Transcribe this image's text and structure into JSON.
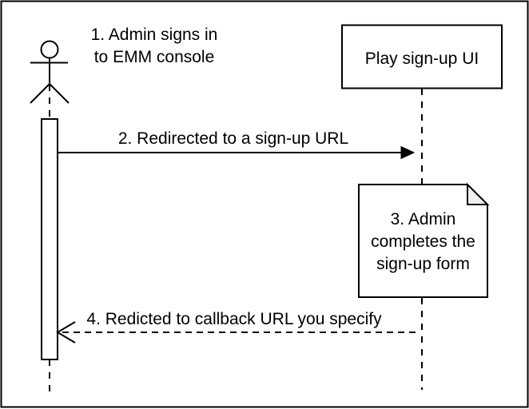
{
  "diagram": {
    "type": "sequence-diagram",
    "colors": {
      "background": "#ffffff",
      "stroke": "#000000",
      "shape_fill": "#ffffff",
      "note_fold_fill": "#f0f0f0",
      "text": "#000000"
    },
    "participants": {
      "admin_actor": {
        "label_line1": "1. Admin signs in",
        "label_line2": "to EMM console"
      },
      "play_signup_ui": {
        "label": "Play sign-up UI"
      }
    },
    "messages": {
      "signup_redirect": {
        "label": "2. Redirected to a sign-up URL"
      },
      "callback_redirect": {
        "label": "4. Redicted to callback URL you specify"
      }
    },
    "note": {
      "line1": "3. Admin",
      "line2": "completes the",
      "line3": "sign-up form"
    }
  }
}
